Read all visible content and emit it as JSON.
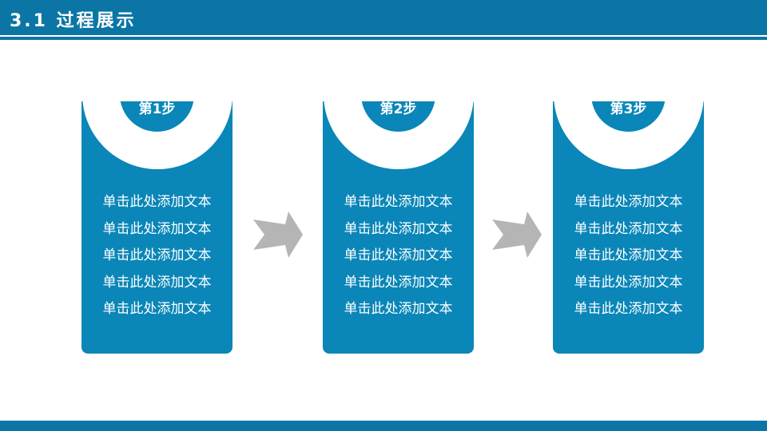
{
  "header": {
    "title": "3.1 过程展示"
  },
  "steps": [
    {
      "label": "第1步",
      "lines": [
        "单击此处添加文本",
        "单击此处添加文本",
        "单击此处添加文本",
        "单击此处添加文本",
        "单击此处添加文本"
      ]
    },
    {
      "label": "第2步",
      "lines": [
        "单击此处添加文本",
        "单击此处添加文本",
        "单击此处添加文本",
        "单击此处添加文本",
        "单击此处添加文本"
      ]
    },
    {
      "label": "第3步",
      "lines": [
        "单击此处添加文本",
        "单击此处添加文本",
        "单击此处添加文本",
        "单击此处添加文本",
        "单击此处添加文本"
      ]
    }
  ],
  "colors": {
    "primary": "#0a86b8",
    "header": "#0b76a5",
    "arrow": "#b5b5b5"
  }
}
